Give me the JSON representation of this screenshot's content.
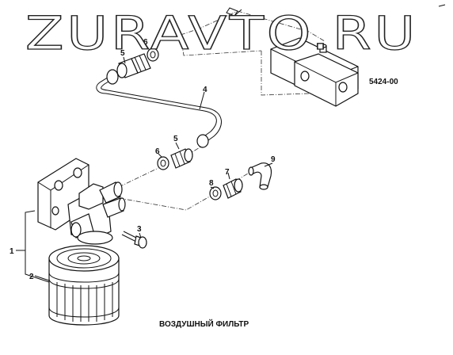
{
  "watermark": "ZURAVTO.RU",
  "part_code": "5424-00",
  "caption": "ВОЗДУШНЫЙ ФИЛЬТР",
  "callouts": {
    "c1": "1",
    "c2": "2",
    "c3": "3",
    "c4": "4",
    "c5a": "5",
    "c5b": "5",
    "c6a": "6",
    "c6b": "6",
    "c7": "7",
    "c8": "8",
    "c9": "9"
  }
}
